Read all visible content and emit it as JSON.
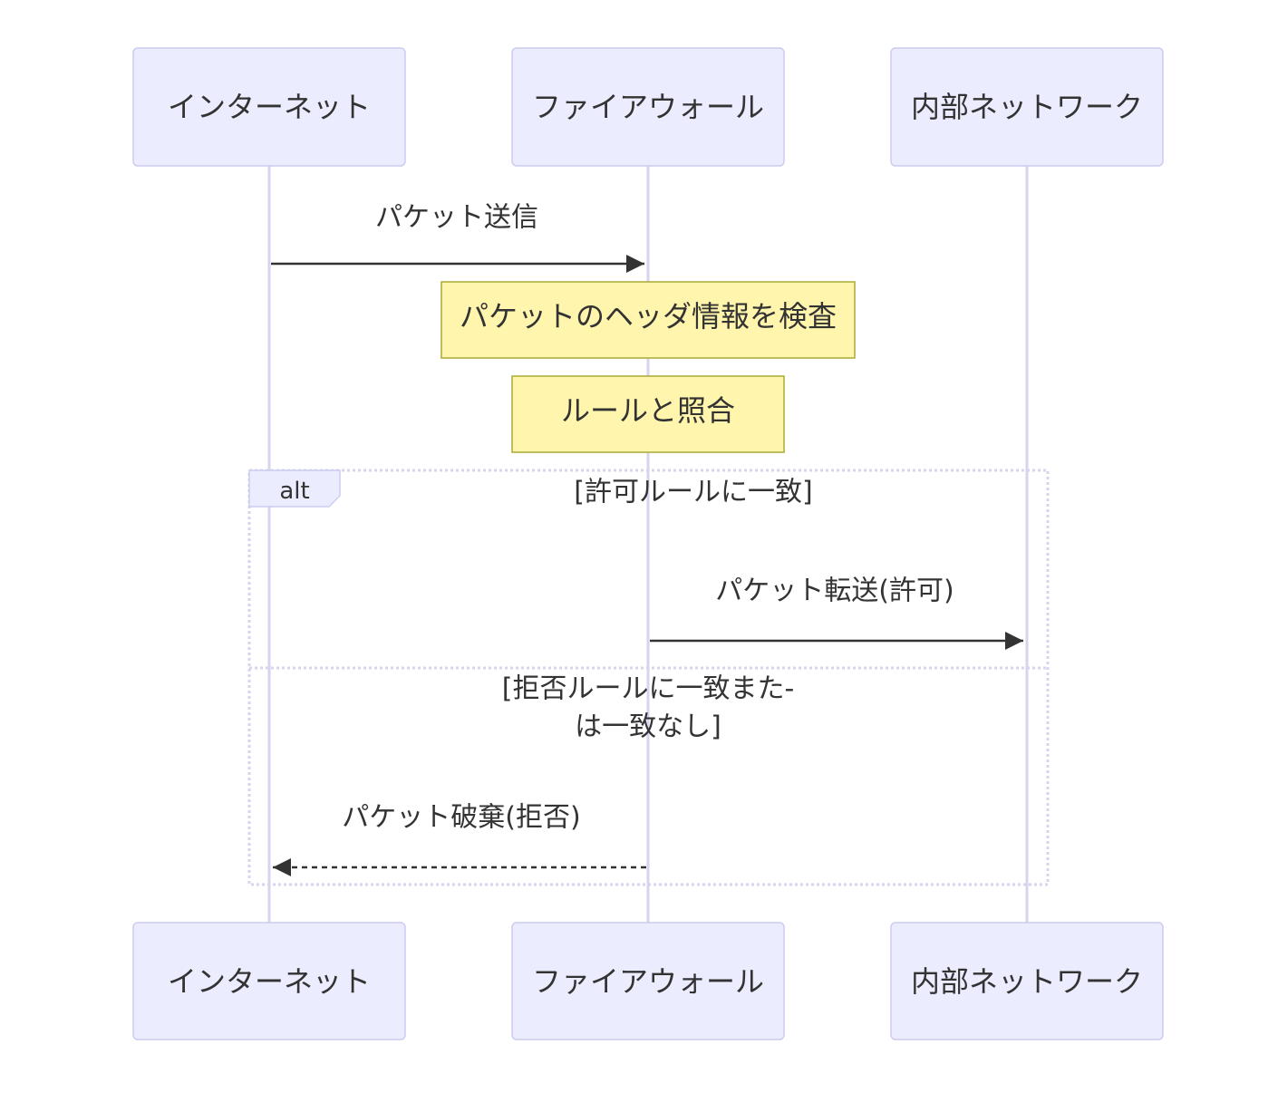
{
  "actors": [
    {
      "id": "internet",
      "label": "インターネット"
    },
    {
      "id": "firewall",
      "label": "ファイアウォール"
    },
    {
      "id": "internal",
      "label": "内部ネットワーク"
    }
  ],
  "messages": [
    {
      "label": "パケット送信",
      "from": "internet",
      "to": "firewall",
      "style": "solid"
    },
    {
      "label": "パケット転送(許可)",
      "from": "firewall",
      "to": "internal",
      "style": "solid"
    },
    {
      "label": "パケット破棄(拒否)",
      "from": "firewall",
      "to": "internet",
      "style": "dashed"
    }
  ],
  "notes": [
    {
      "label": "パケットのヘッダ情報を検査",
      "over": "firewall"
    },
    {
      "label": "ルールと照合",
      "over": "firewall"
    }
  ],
  "alt": {
    "keyword": "alt",
    "conditions": [
      {
        "lines": [
          "[許可ルールに一致]"
        ]
      },
      {
        "lines": [
          "[拒否ルールに一致また-",
          "は一致なし]"
        ]
      }
    ]
  },
  "colors": {
    "actor_fill": "#ECECFF",
    "actor_stroke": "#CCCCEE",
    "lifeline": "#D6D4EE",
    "note_fill": "#FFF5AD",
    "note_stroke": "#AAAA33",
    "text": "#333333"
  }
}
